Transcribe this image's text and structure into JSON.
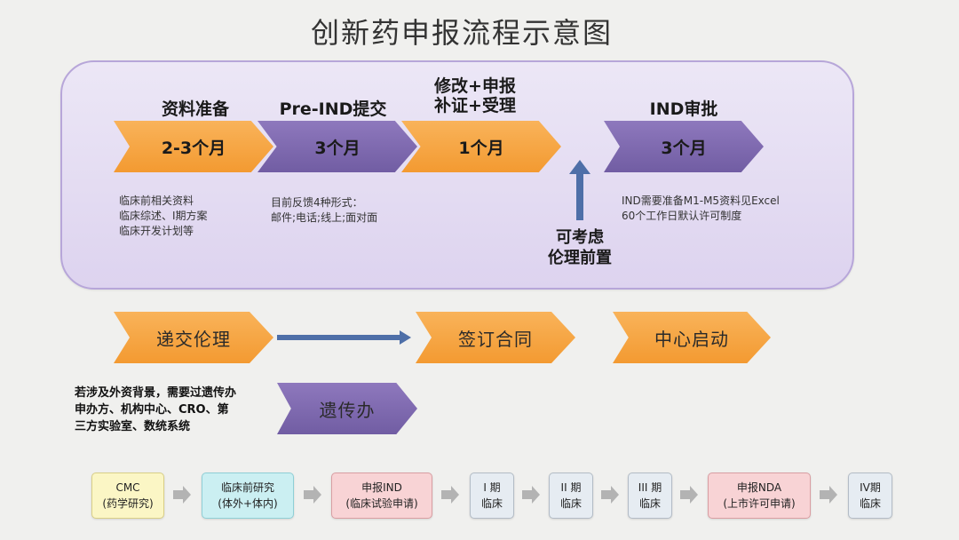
{
  "title": "创新药申报流程示意图",
  "stages": [
    {
      "label": "资料准备",
      "duration": "2-3个月"
    },
    {
      "label": "Pre-IND提交",
      "duration": "3个月"
    },
    {
      "label_line1": "修改+申报",
      "label_line2": "补证+受理",
      "duration": "1个月"
    },
    {
      "label": "IND审批",
      "duration": "3个月"
    }
  ],
  "notes": {
    "prep": [
      "临床前相关资料",
      "临床综述、I期方案",
      "临床开发计划等"
    ],
    "preind": [
      "目前反馈4种形式：",
      "邮件;电话;线上;面对面"
    ],
    "ind": [
      "IND需要准备M1-M5资料见Excel",
      "60个工作日默认许可制度"
    ]
  },
  "ethics_note": {
    "line1": "可考虑",
    "line2": "伦理前置"
  },
  "second_row": {
    "submit_ethics": "递交伦理",
    "sign_contract": "签订合同",
    "center_start": "中心启动",
    "genetic_office": "遗传办"
  },
  "genetic_note": [
    "若涉及外资背景，需要过遗传办",
    "申办方、机构中心、CRO、第",
    "三方实验室、数统系统"
  ],
  "process": [
    {
      "line1": "CMC",
      "line2": "(药学研究)"
    },
    {
      "line1": "临床前研究",
      "line2": "(体外+体内)"
    },
    {
      "line1": "申报IND",
      "line2": "(临床试验申请)"
    },
    {
      "line1": "I 期",
      "line2": "临床"
    },
    {
      "line1": "II 期",
      "line2": "临床"
    },
    {
      "line1": "III 期",
      "line2": "临床"
    },
    {
      "line1": "申报NDA",
      "line2": "(上市许可申请)"
    },
    {
      "line1": "IV期",
      "line2": "临床"
    }
  ],
  "colors": {
    "orange": "#f39a31",
    "purple": "#715da3",
    "blue_arrow": "#4e6fa8",
    "panel": "#ddd3ef"
  }
}
